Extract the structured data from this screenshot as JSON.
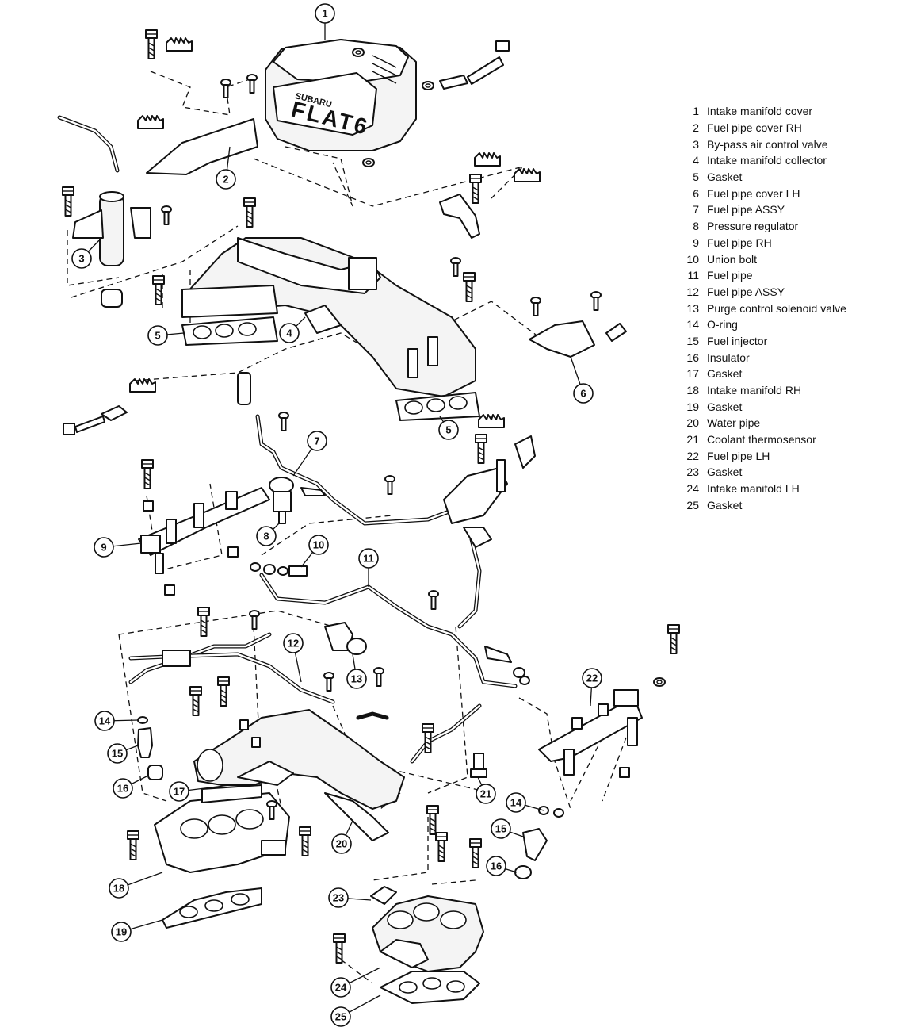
{
  "cover_logo": {
    "brand": "SUBARU",
    "model": "FLAT6"
  },
  "legend": [
    {
      "num": "1",
      "label": "Intake manifold cover"
    },
    {
      "num": "2",
      "label": "Fuel pipe cover RH"
    },
    {
      "num": "3",
      "label": "By-pass air control valve"
    },
    {
      "num": "4",
      "label": "Intake manifold collector"
    },
    {
      "num": "5",
      "label": "Gasket"
    },
    {
      "num": "6",
      "label": "Fuel pipe cover LH"
    },
    {
      "num": "7",
      "label": "Fuel pipe ASSY"
    },
    {
      "num": "8",
      "label": "Pressure regulator"
    },
    {
      "num": "9",
      "label": "Fuel pipe RH"
    },
    {
      "num": "10",
      "label": "Union bolt"
    },
    {
      "num": "11",
      "label": "Fuel pipe"
    },
    {
      "num": "12",
      "label": "Fuel pipe ASSY"
    },
    {
      "num": "13",
      "label": "Purge control solenoid valve"
    },
    {
      "num": "14",
      "label": "O-ring"
    },
    {
      "num": "15",
      "label": "Fuel injector"
    },
    {
      "num": "16",
      "label": "Insulator"
    },
    {
      "num": "17",
      "label": "Gasket"
    },
    {
      "num": "18",
      "label": "Intake manifold RH"
    },
    {
      "num": "19",
      "label": "Gasket"
    },
    {
      "num": "20",
      "label": "Water pipe"
    },
    {
      "num": "21",
      "label": "Coolant thermosensor"
    },
    {
      "num": "22",
      "label": "Fuel pipe LH"
    },
    {
      "num": "23",
      "label": "Gasket"
    },
    {
      "num": "24",
      "label": "Intake manifold LH"
    },
    {
      "num": "25",
      "label": "Gasket"
    }
  ],
  "callouts": [
    {
      "label": "1",
      "part": "Intake manifold cover"
    },
    {
      "label": "2",
      "part": "Fuel pipe cover RH"
    },
    {
      "label": "3",
      "part": "By-pass air control valve"
    },
    {
      "label": "4",
      "part": "Intake manifold collector"
    },
    {
      "label": "5",
      "part": "Gasket"
    },
    {
      "label": "5",
      "part": "Gasket"
    },
    {
      "label": "6",
      "part": "Fuel pipe cover LH"
    },
    {
      "label": "7",
      "part": "Fuel pipe ASSY"
    },
    {
      "label": "8",
      "part": "Pressure regulator"
    },
    {
      "label": "9",
      "part": "Fuel pipe RH"
    },
    {
      "label": "10",
      "part": "Union bolt"
    },
    {
      "label": "11",
      "part": "Fuel pipe"
    },
    {
      "label": "12",
      "part": "Fuel pipe ASSY"
    },
    {
      "label": "13",
      "part": "Purge control solenoid valve"
    },
    {
      "label": "14",
      "part": "O-ring"
    },
    {
      "label": "15",
      "part": "Fuel injector"
    },
    {
      "label": "16",
      "part": "Insulator"
    },
    {
      "label": "17",
      "part": "Gasket"
    },
    {
      "label": "18",
      "part": "Intake manifold RH"
    },
    {
      "label": "19",
      "part": "Gasket"
    },
    {
      "label": "20",
      "part": "Water pipe"
    },
    {
      "label": "21",
      "part": "Coolant thermosensor"
    },
    {
      "label": "22",
      "part": "Fuel pipe LH"
    },
    {
      "label": "14",
      "part": "O-ring"
    },
    {
      "label": "15",
      "part": "Fuel injector"
    },
    {
      "label": "16",
      "part": "Insulator"
    },
    {
      "label": "23",
      "part": "Gasket"
    },
    {
      "label": "24",
      "part": "Intake manifold LH"
    },
    {
      "label": "25",
      "part": "Gasket"
    }
  ]
}
